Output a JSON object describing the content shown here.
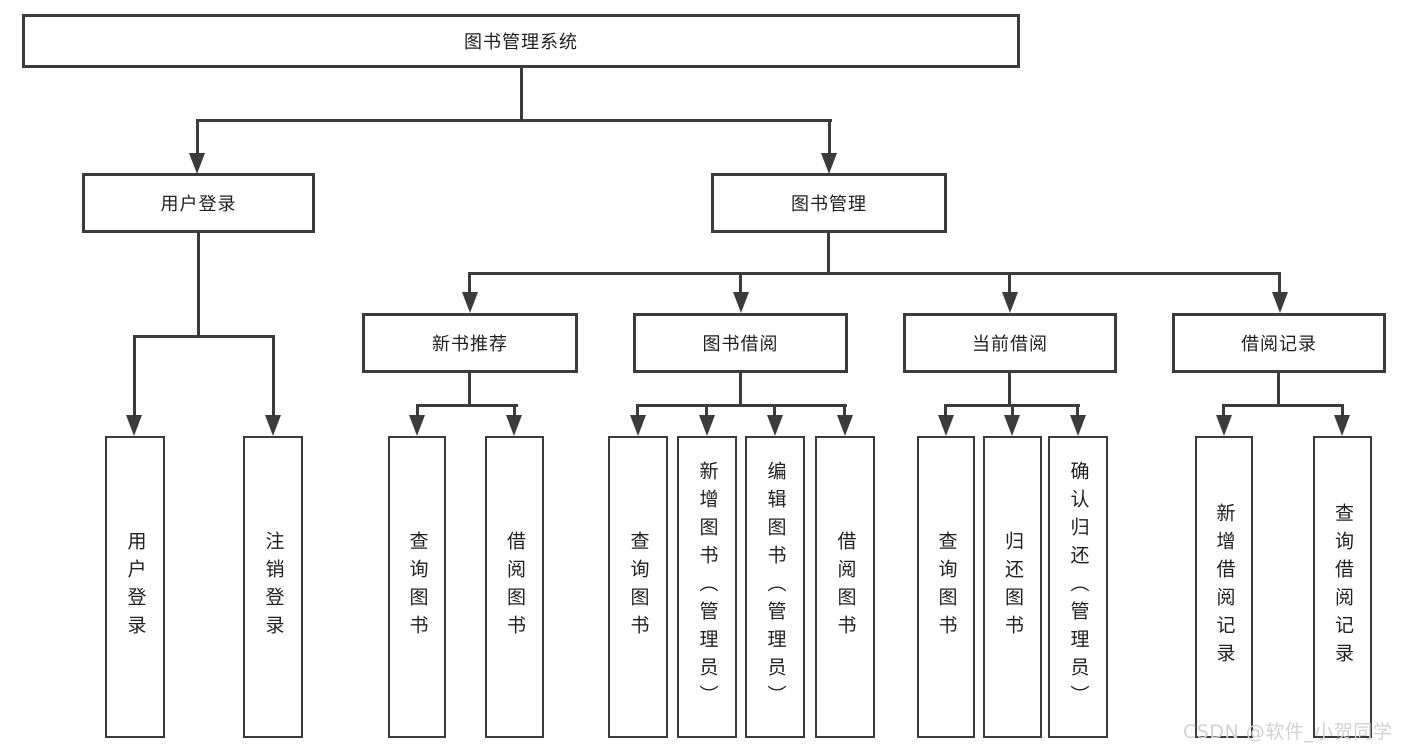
{
  "diagram": {
    "root": {
      "label": "图书管理系统"
    },
    "level2": [
      {
        "label": "用户登录"
      },
      {
        "label": "图书管理"
      }
    ],
    "level3": [
      {
        "label": "新书推荐"
      },
      {
        "label": "图书借阅"
      },
      {
        "label": "当前借阅"
      },
      {
        "label": "借阅记录"
      }
    ],
    "leaves": {
      "user_login": [
        {
          "label": "用户登录"
        },
        {
          "label": "注销登录"
        }
      ],
      "new_book_rec": [
        {
          "label": "查询图书"
        },
        {
          "label": "借阅图书"
        }
      ],
      "book_borrow": [
        {
          "label": "查询图书"
        },
        {
          "label": "新增图书（管理员）"
        },
        {
          "label": "编辑图书（管理员）"
        },
        {
          "label": "借阅图书"
        }
      ],
      "current_borrow": [
        {
          "label": "查询图书"
        },
        {
          "label": "归还图书"
        },
        {
          "label": "确认归还（管理员）"
        }
      ],
      "borrow_record": [
        {
          "label": "新增借阅记录"
        },
        {
          "label": "查询借阅记录"
        }
      ]
    },
    "watermark": "CSDN @软件_小贺同学",
    "colors": {
      "line": "#3b3b3b",
      "box_border": "#3b3b3b",
      "text": "#1f1f1f",
      "background": "#ffffff",
      "watermark": "#d2d2d5"
    }
  }
}
